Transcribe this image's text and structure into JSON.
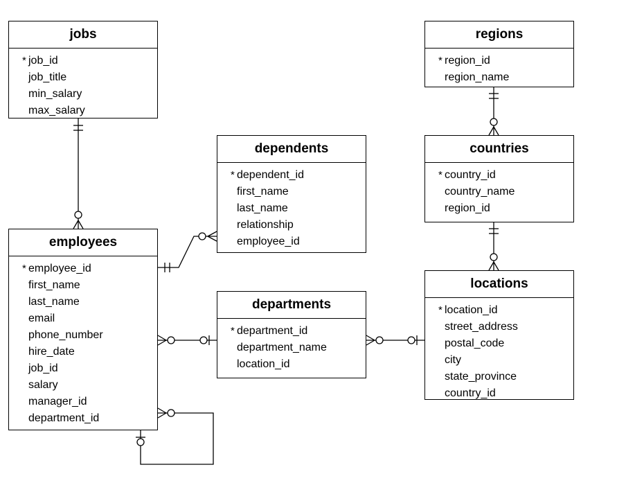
{
  "entities": {
    "jobs": {
      "title": "jobs",
      "fields": [
        {
          "name": "job_id",
          "pk": true
        },
        {
          "name": "job_title",
          "pk": false
        },
        {
          "name": "min_salary",
          "pk": false
        },
        {
          "name": "max_salary",
          "pk": false
        }
      ]
    },
    "regions": {
      "title": "regions",
      "fields": [
        {
          "name": "region_id",
          "pk": true
        },
        {
          "name": "region_name",
          "pk": false
        }
      ]
    },
    "dependents": {
      "title": "dependents",
      "fields": [
        {
          "name": "dependent_id",
          "pk": true
        },
        {
          "name": "first_name",
          "pk": false
        },
        {
          "name": "last_name",
          "pk": false
        },
        {
          "name": "relationship",
          "pk": false
        },
        {
          "name": "employee_id",
          "pk": false
        }
      ]
    },
    "countries": {
      "title": "countries",
      "fields": [
        {
          "name": "country_id",
          "pk": true
        },
        {
          "name": "country_name",
          "pk": false
        },
        {
          "name": "region_id",
          "pk": false
        }
      ]
    },
    "employees": {
      "title": "employees",
      "fields": [
        {
          "name": "employee_id",
          "pk": true
        },
        {
          "name": "first_name",
          "pk": false
        },
        {
          "name": "last_name",
          "pk": false
        },
        {
          "name": "email",
          "pk": false
        },
        {
          "name": "phone_number",
          "pk": false
        },
        {
          "name": "hire_date",
          "pk": false
        },
        {
          "name": "job_id",
          "pk": false
        },
        {
          "name": "salary",
          "pk": false
        },
        {
          "name": "manager_id",
          "pk": false
        },
        {
          "name": "department_id",
          "pk": false
        }
      ]
    },
    "departments": {
      "title": "departments",
      "fields": [
        {
          "name": "department_id",
          "pk": true
        },
        {
          "name": "department_name",
          "pk": false
        },
        {
          "name": "location_id",
          "pk": false
        }
      ]
    },
    "locations": {
      "title": "locations",
      "fields": [
        {
          "name": "location_id",
          "pk": true
        },
        {
          "name": "street_address",
          "pk": false
        },
        {
          "name": "postal_code",
          "pk": false
        },
        {
          "name": "city",
          "pk": false
        },
        {
          "name": "state_province",
          "pk": false
        },
        {
          "name": "country_id",
          "pk": false
        }
      ]
    }
  },
  "pk_marker": "*",
  "colors": {
    "line": "#000000",
    "background": "#ffffff"
  }
}
